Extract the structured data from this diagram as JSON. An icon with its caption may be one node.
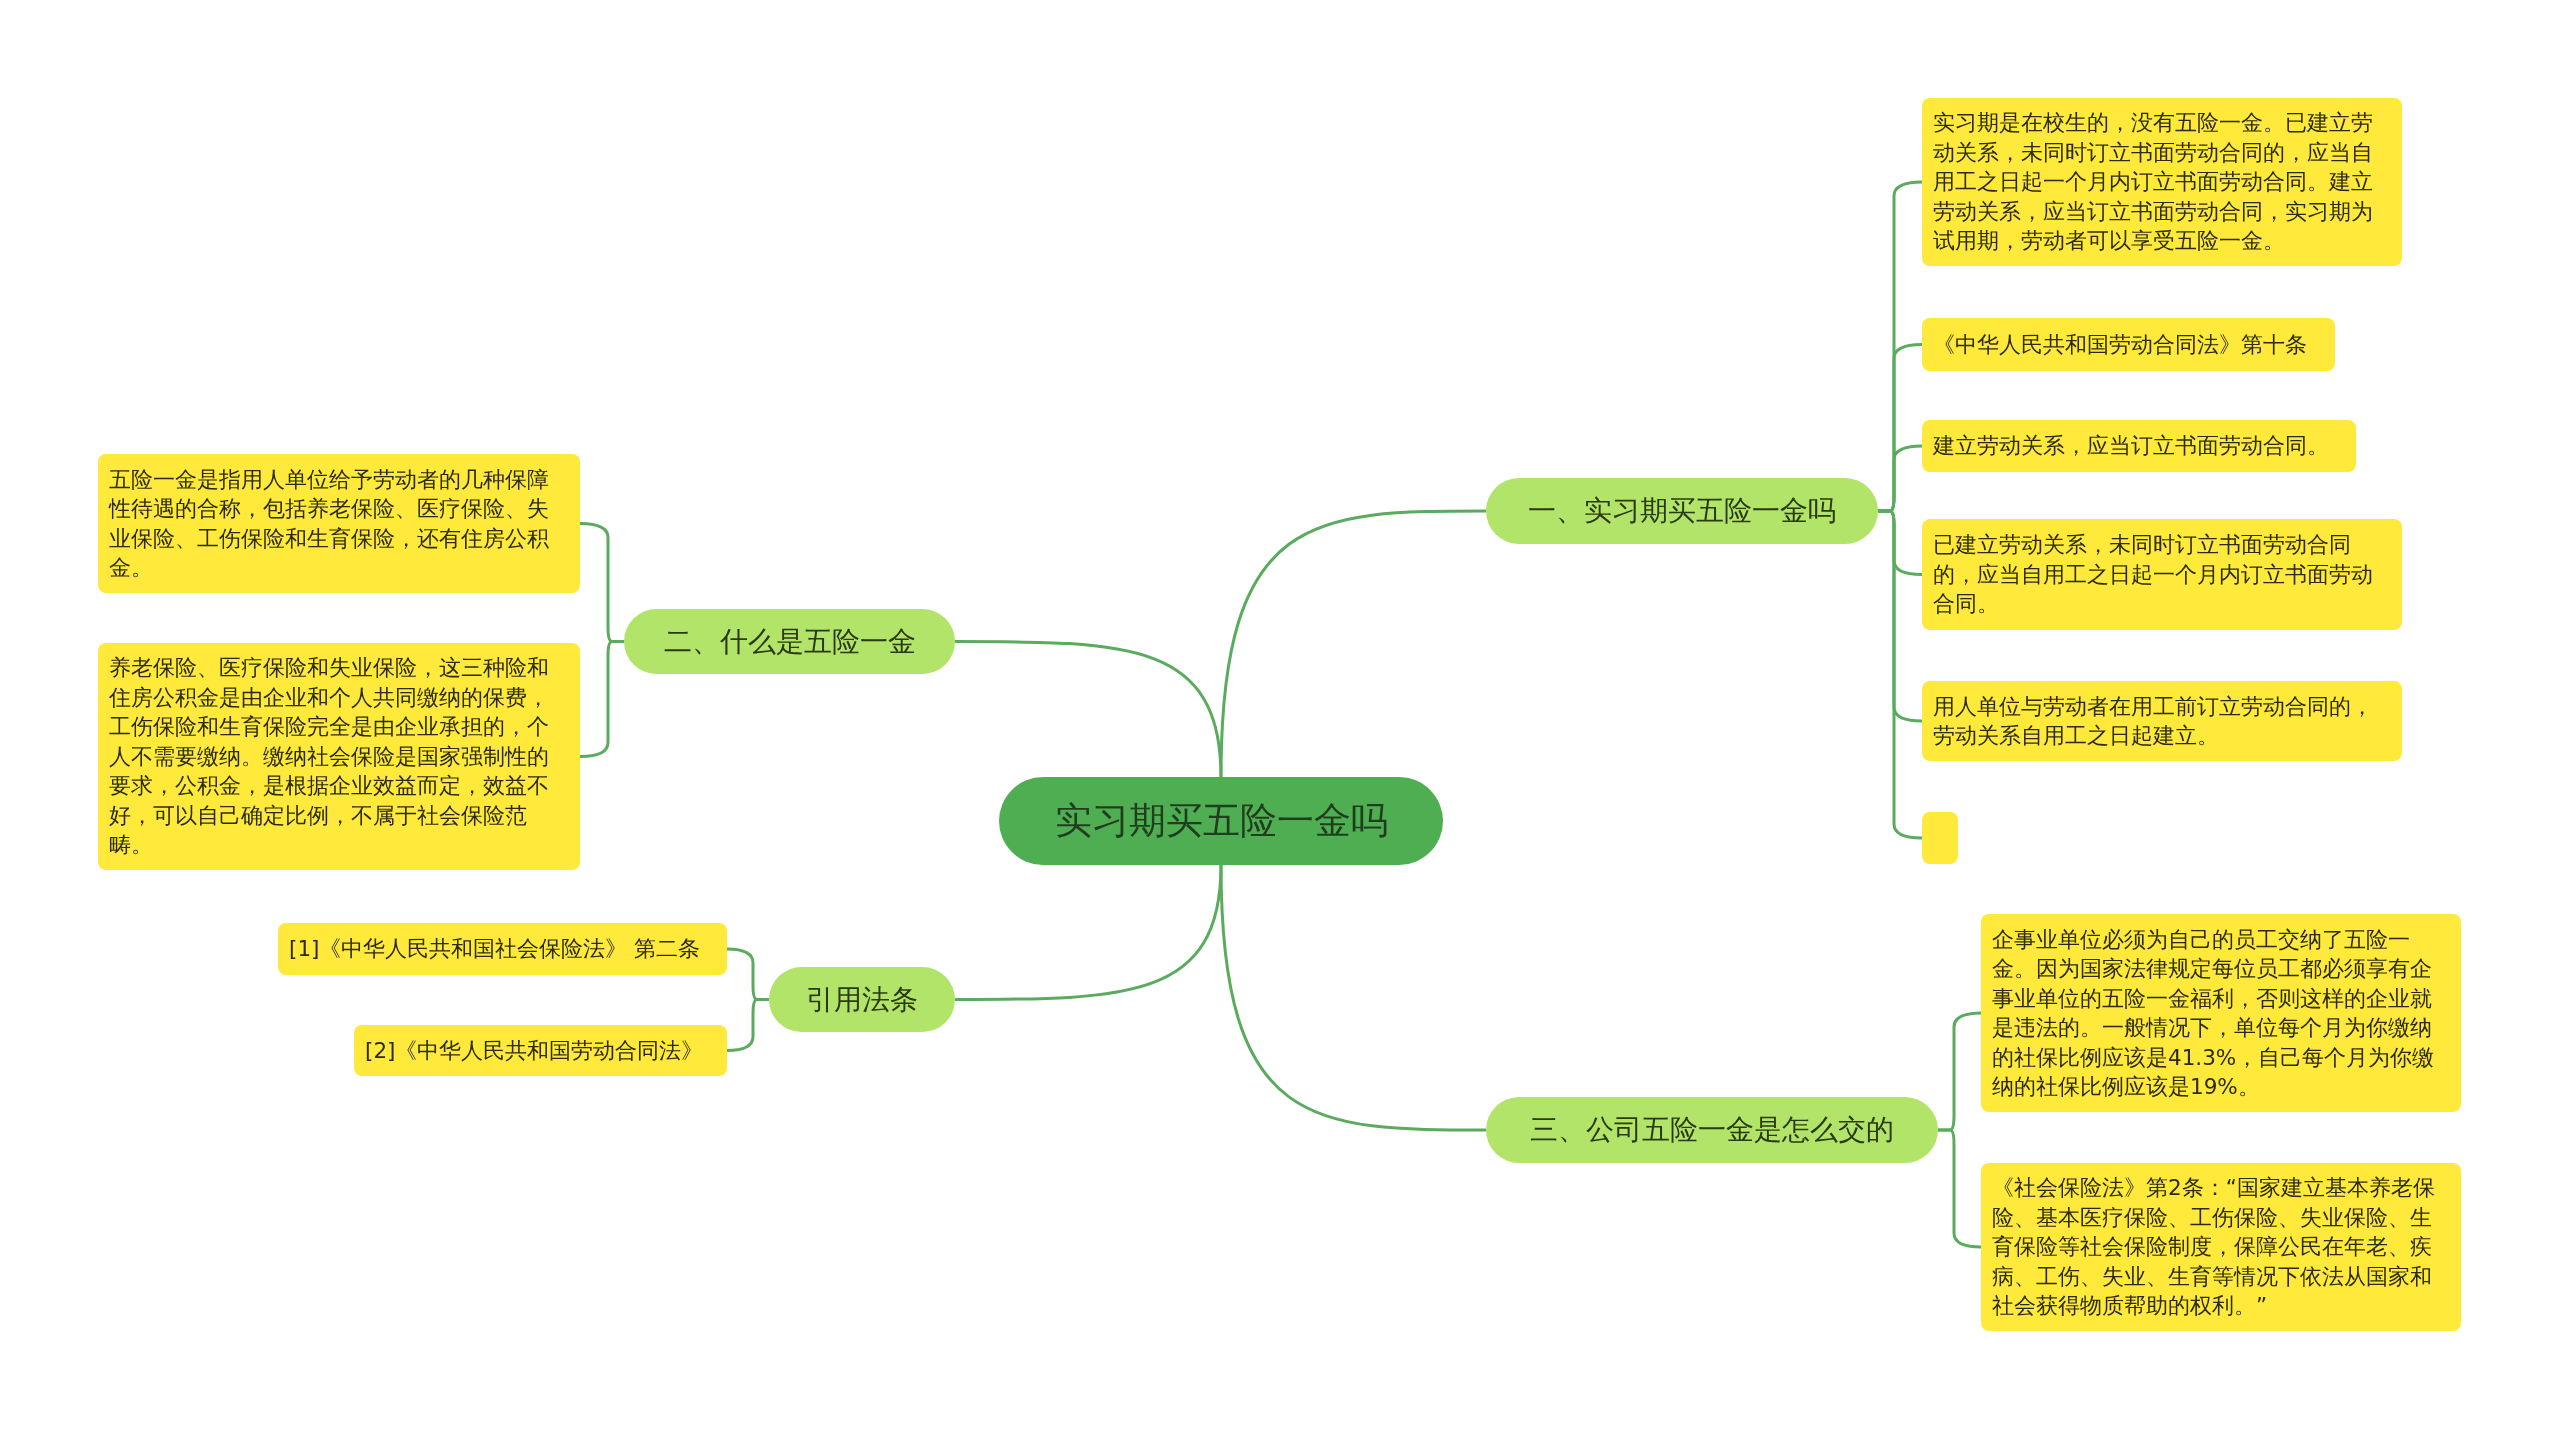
{
  "diagram": {
    "nodes": [
      {
        "text": [
          "实习期买五险一金吗"
        ]
      },
      {
        "text": [
          "一、实习期买五险一金吗"
        ]
      },
      {
        "text": [
          "实习期是在校生的，没有五险一金。已建立劳动关系，未同时订立书面劳动合同的，应当自用工之日起一个月内订立书面劳动合同。建立劳动关系，应当订立书面劳动合同，实习期为试用期，劳动者可以享受五险一金。"
        ]
      },
      {
        "text": [
          "《中华人民共和国劳动合同法》第十条"
        ]
      },
      {
        "text": [
          "建立劳动关系，应当订立书面劳动合同。"
        ]
      },
      {
        "text": [
          "已建立劳动关系，未同时订立书面劳动合同的，应当自用工之日起一个月内订立书面劳动合同。"
        ]
      },
      {
        "text": [
          "用人单位与劳动者在用工前订立劳动合同的，劳动关系自用工之日起建立。"
        ]
      },
      {
        "text": [],
        "shape": "box"
      },
      {
        "text": [
          "二、什么是五险一金"
        ]
      },
      {
        "text": [
          "五险一金是指用人单位给予劳动者的几种保障性待遇的合称，包括养老保险、医疗保险、失业保险、工伤保险和生育保险，还有住房公积金。"
        ]
      },
      {
        "text": [
          "养老保险、医疗保险和失业保险，这三种险和住房公积金是由企业和个人共同缴纳的保费，工伤保险和生育保险完全是由企业承担的，个人不需要缴纳。缴纳社会保险是国家强制性的要求，公积金，是根据企业效益而定，效益不好，可以自己确定比例，不属于社会保险范畴。"
        ]
      },
      {
        "text": [
          "三、公司五险一金是怎么交的"
        ]
      },
      {
        "text": [
          "企事业单位必须为自己的员工交纳了五险一金。因为国家法律规定每位员工都必须享有企事业单位的五险一金福利，否则这样的企业就是违法的。一般情况下，单位每个月为你缴纳的社保比例应该是41.3%，自己每个月为你缴纳的社保比例应该是19%。"
        ]
      },
      {
        "text": [
          "《社会保险法》第2条：“国家建立基本养老保险、基本医疗保险、工伤保险、失业保险、生育保险等社会保险制度，保障公民在年老、疾病、工伤、失业、生育等情况下依法从国家和社会获得物质帮助的权利。”"
        ]
      },
      {
        "text": [
          "引用法条"
        ]
      },
      {
        "text": [
          "[1]《中华人民共和国社会保险法》 第二条"
        ]
      },
      {
        "text": [
          "[2]《中华人民共和国劳动合同法》"
        ]
      }
    ],
    "edges": [
      {
        "from": 0,
        "to": 1,
        "arrow": "none"
      },
      {
        "from": 1,
        "to": 2,
        "arrow": "none"
      },
      {
        "from": 1,
        "to": 3,
        "arrow": "none"
      },
      {
        "from": 1,
        "to": 4,
        "arrow": "none"
      },
      {
        "from": 1,
        "to": 5,
        "arrow": "none"
      },
      {
        "from": 1,
        "to": 6,
        "arrow": "none"
      },
      {
        "from": 1,
        "to": 7,
        "arrow": "none"
      },
      {
        "from": 0,
        "to": 8,
        "arrow": "none"
      },
      {
        "from": 8,
        "to": 9,
        "arrow": "none"
      },
      {
        "from": 8,
        "to": 10,
        "arrow": "none"
      },
      {
        "from": 0,
        "to": 11,
        "arrow": "none"
      },
      {
        "from": 11,
        "to": 12,
        "arrow": "none"
      },
      {
        "from": 11,
        "to": 13,
        "arrow": "none"
      },
      {
        "from": 0,
        "to": 14,
        "arrow": "none"
      },
      {
        "from": 14,
        "to": 15,
        "arrow": "none"
      },
      {
        "from": 14,
        "to": 16,
        "arrow": "none"
      }
    ]
  }
}
